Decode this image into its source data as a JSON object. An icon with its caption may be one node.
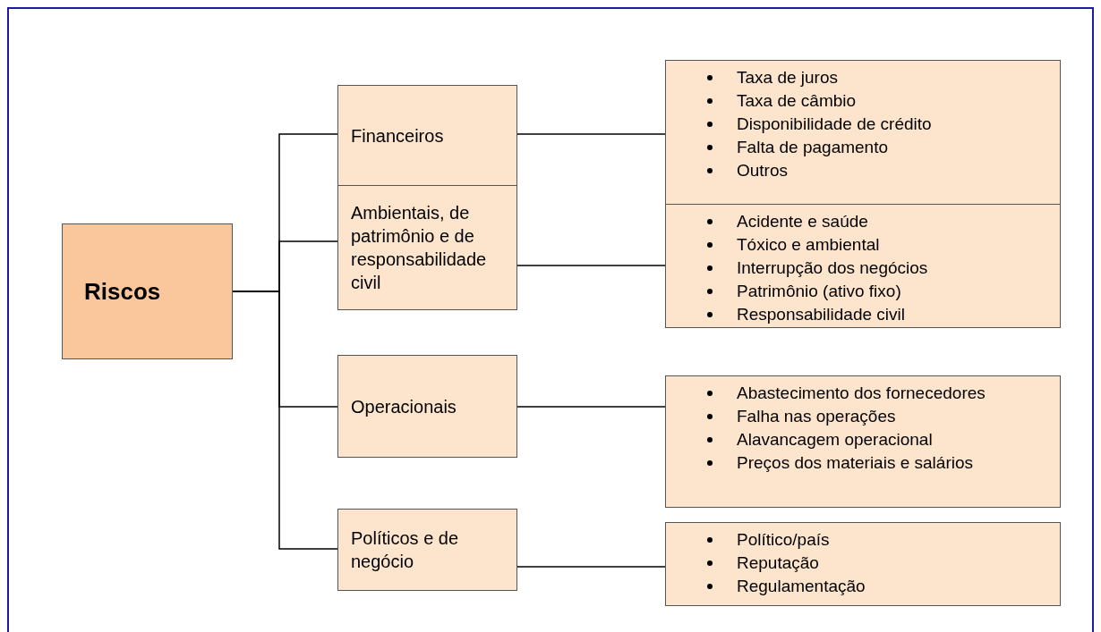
{
  "diagram": {
    "nodes": [
      {
        "text": [
          "Riscos"
        ]
      },
      {
        "text": [
          "Financeiros"
        ]
      },
      {
        "text": [
          "Taxa de juros",
          "Taxa de câmbio",
          "Disponibilidade de crédito",
          "Falta de pagamento",
          "Outros"
        ]
      },
      {
        "text": [
          "Ambientais, de patrimônio e de responsabilidade civil"
        ]
      },
      {
        "text": [
          "Acidente e saúde",
          "Tóxico e ambiental",
          "Interrupção dos negócios",
          "Patrimônio (ativo fixo)",
          "Responsabilidade civil"
        ]
      },
      {
        "text": [
          "Operacionais"
        ]
      },
      {
        "text": [
          "Abastecimento dos fornecedores",
          "Falha nas operações",
          "Alavancagem operacional",
          "Preços dos materiais e salários"
        ]
      },
      {
        "text": [
          "Políticos e de negócio"
        ]
      },
      {
        "text": [
          "Político/país",
          "Reputação",
          "Regulamentação"
        ]
      }
    ],
    "edges": [
      {
        "from": 0,
        "to": 1,
        "arrow": "none"
      },
      {
        "from": 0,
        "to": 3,
        "arrow": "none"
      },
      {
        "from": 0,
        "to": 5,
        "arrow": "none"
      },
      {
        "from": 0,
        "to": 7,
        "arrow": "none"
      },
      {
        "from": 1,
        "to": 2,
        "arrow": "none"
      },
      {
        "from": 3,
        "to": 4,
        "arrow": "none"
      },
      {
        "from": 5,
        "to": 6,
        "arrow": "none"
      },
      {
        "from": 7,
        "to": 8,
        "arrow": "none"
      }
    ]
  }
}
